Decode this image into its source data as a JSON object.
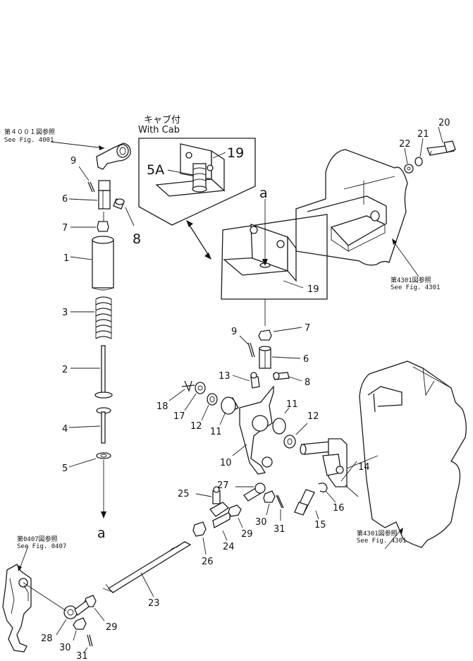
{
  "refs": {
    "r4001_jp": "第４００１図参照",
    "r4001_en": "See Fig. 4001",
    "r4301a_jp": "第4301図参照",
    "r4301a_en": "See  Fig. 4301",
    "r4301b_jp": "第4301図参照",
    "r4301b_en": "See  Fig. 4301",
    "r0407_jp": "第0407図参照",
    "r0407_en": "See  Fig. 0407"
  },
  "cab": {
    "jp": "キャブ付",
    "en": "With Cab"
  },
  "callouts": {
    "p1": "1",
    "p2": "2",
    "p3": "3",
    "p4": "4",
    "p5": "5",
    "p5a": "5A",
    "p6a": "6",
    "p6b": "6",
    "p7a": "7",
    "p7b": "7",
    "p8a": "8",
    "p8b": "8",
    "p9a": "9",
    "p9b": "9",
    "p10": "10",
    "p11a": "11",
    "p11b": "11",
    "p12a": "12",
    "p12b": "12",
    "p13": "13",
    "p14": "14",
    "p15": "15",
    "p16": "16",
    "p17": "17",
    "p18": "18",
    "p19a": "19",
    "p19b": "19",
    "p20": "20",
    "p21": "21",
    "p22": "22",
    "p23": "23",
    "p24": "24",
    "p25": "25",
    "p26": "26",
    "p27": "27",
    "p28": "28",
    "p29a": "29",
    "p29b": "29",
    "p30a": "30",
    "p30b": "30",
    "p31a": "31",
    "p31b": "31",
    "a_top": "a",
    "a_bottom": "a"
  }
}
